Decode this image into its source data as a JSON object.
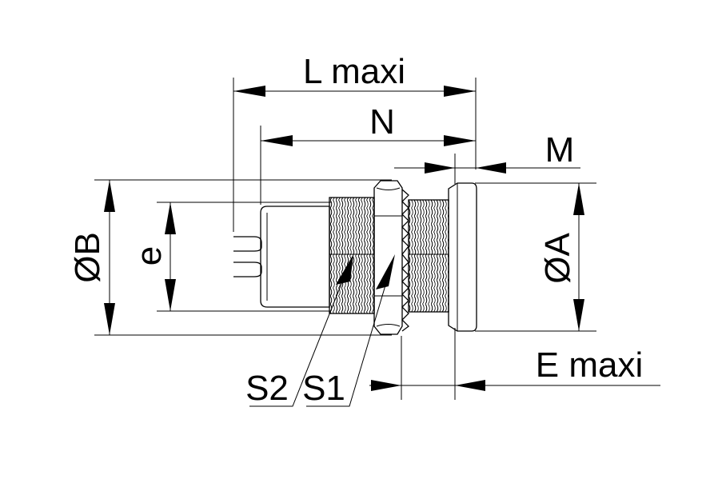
{
  "labels": {
    "l_maxi": "L maxi",
    "n": "N",
    "m": "M",
    "dia_b": "ØB",
    "e": "e",
    "dia_a": "ØA",
    "e_maxi": "E maxi",
    "s2": "S2",
    "s1": "S1"
  },
  "colors": {
    "line": "#000000",
    "background": "#ffffff"
  }
}
